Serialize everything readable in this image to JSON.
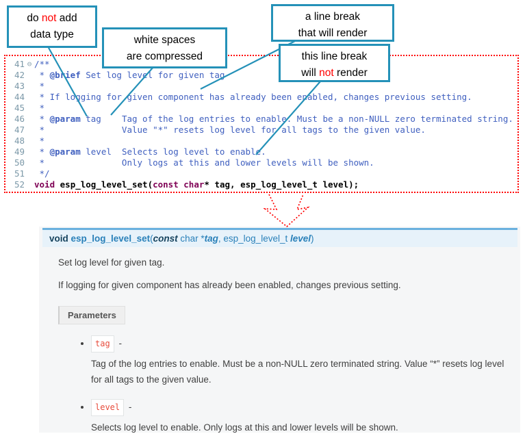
{
  "colors": {
    "callout-border": "#2491b8",
    "connector": "#2491b8",
    "annotation-red": "#ff0000",
    "code-comment": "#3f5fbf",
    "code-keyword": "#7f0055",
    "signature-border": "#6ab0de",
    "signature-bg": "#e7f2fa",
    "signature-text": "#2980b9",
    "inline-code": "#e74c3c"
  },
  "callouts": [
    {
      "segments": [
        {
          "t": "do "
        },
        {
          "t": "not",
          "red": true
        },
        {
          "t": " add"
        },
        {
          "br": true
        },
        {
          "t": "data type"
        }
      ]
    },
    {
      "segments": [
        {
          "t": "white spaces"
        },
        {
          "br": true
        },
        {
          "t": "are compressed"
        }
      ]
    },
    {
      "segments": [
        {
          "t": "a line break"
        },
        {
          "br": true
        },
        {
          "t": "that will render"
        }
      ]
    },
    {
      "segments": [
        {
          "t": "this line break"
        },
        {
          "br": true
        },
        {
          "t": "will "
        },
        {
          "t": "not",
          "red": true
        },
        {
          "t": " render"
        }
      ]
    }
  ],
  "code": {
    "lines": [
      {
        "num": "41",
        "fold": "⊖",
        "seg": [
          {
            "t": "/**",
            "c": "cmt"
          }
        ]
      },
      {
        "num": "42",
        "seg": [
          {
            "t": " * ",
            "c": "cmt"
          },
          {
            "t": "@brief",
            "c": "tag"
          },
          {
            "t": " Set log level for given tag",
            "c": "cmt"
          }
        ]
      },
      {
        "num": "43",
        "seg": [
          {
            "t": " *",
            "c": "cmt"
          }
        ]
      },
      {
        "num": "44",
        "seg": [
          {
            "t": " * If logging for given component has already been enabled, changes previous setting.",
            "c": "cmt"
          }
        ]
      },
      {
        "num": "45",
        "seg": [
          {
            "t": " *",
            "c": "cmt"
          }
        ]
      },
      {
        "num": "46",
        "seg": [
          {
            "t": " * ",
            "c": "cmt"
          },
          {
            "t": "@param",
            "c": "tag"
          },
          {
            "t": " tag    Tag of the log entries to enable. Must be a non-NULL zero terminated string.",
            "c": "cmt"
          }
        ]
      },
      {
        "num": "47",
        "seg": [
          {
            "t": " *               Value \"*\" resets log level for all tags to the given value.",
            "c": "cmt"
          }
        ]
      },
      {
        "num": "48",
        "seg": [
          {
            "t": " *",
            "c": "cmt"
          }
        ]
      },
      {
        "num": "49",
        "seg": [
          {
            "t": " * ",
            "c": "cmt"
          },
          {
            "t": "@param",
            "c": "tag"
          },
          {
            "t": " level  Selects log level to enable.",
            "c": "cmt"
          }
        ]
      },
      {
        "num": "50",
        "seg": [
          {
            "t": " *               Only logs at this and lower levels will be shown.",
            "c": "cmt"
          }
        ]
      },
      {
        "num": "51",
        "seg": [
          {
            "t": " */",
            "c": "cmt"
          }
        ]
      },
      {
        "num": "52",
        "seg": [
          {
            "t": "void",
            "c": "kw"
          },
          {
            "t": " ",
            "c": "b"
          },
          {
            "t": "esp_log_level_set",
            "c": "fn"
          },
          {
            "t": "(",
            "c": "b"
          },
          {
            "t": "const",
            "c": "kw"
          },
          {
            "t": " ",
            "c": "b"
          },
          {
            "t": "char",
            "c": "kw"
          },
          {
            "t": "* tag, esp_log_level_t level);",
            "c": "b"
          }
        ]
      }
    ]
  },
  "doc": {
    "signature": [
      {
        "t": "void ",
        "c": "sig-kw"
      },
      {
        "t": "esp_log_level_set",
        "c": "sig-name"
      },
      {
        "t": "(",
        "c": "sig-plain"
      },
      {
        "t": "const",
        "c": "sig-kw-italic"
      },
      {
        "t": " char *",
        "c": "sig-plain"
      },
      {
        "t": "tag",
        "c": "sig-param"
      },
      {
        "t": ", esp_log_level_t ",
        "c": "sig-plain"
      },
      {
        "t": "level",
        "c": "sig-param"
      },
      {
        "t": ")",
        "c": "sig-plain"
      }
    ],
    "paragraphs": [
      "Set log level for given tag.",
      "If logging for given component has already been enabled, changes previous setting."
    ],
    "parameters_label": "Parameters",
    "param_separator": "-",
    "params": [
      {
        "name": "tag",
        "desc": "Tag of the log entries to enable. Must be a non-NULL zero terminated string. Value “*” resets log level for all tags to the given value."
      },
      {
        "name": "level",
        "desc": "Selects log level to enable. Only logs at this and lower levels will be shown."
      }
    ]
  }
}
